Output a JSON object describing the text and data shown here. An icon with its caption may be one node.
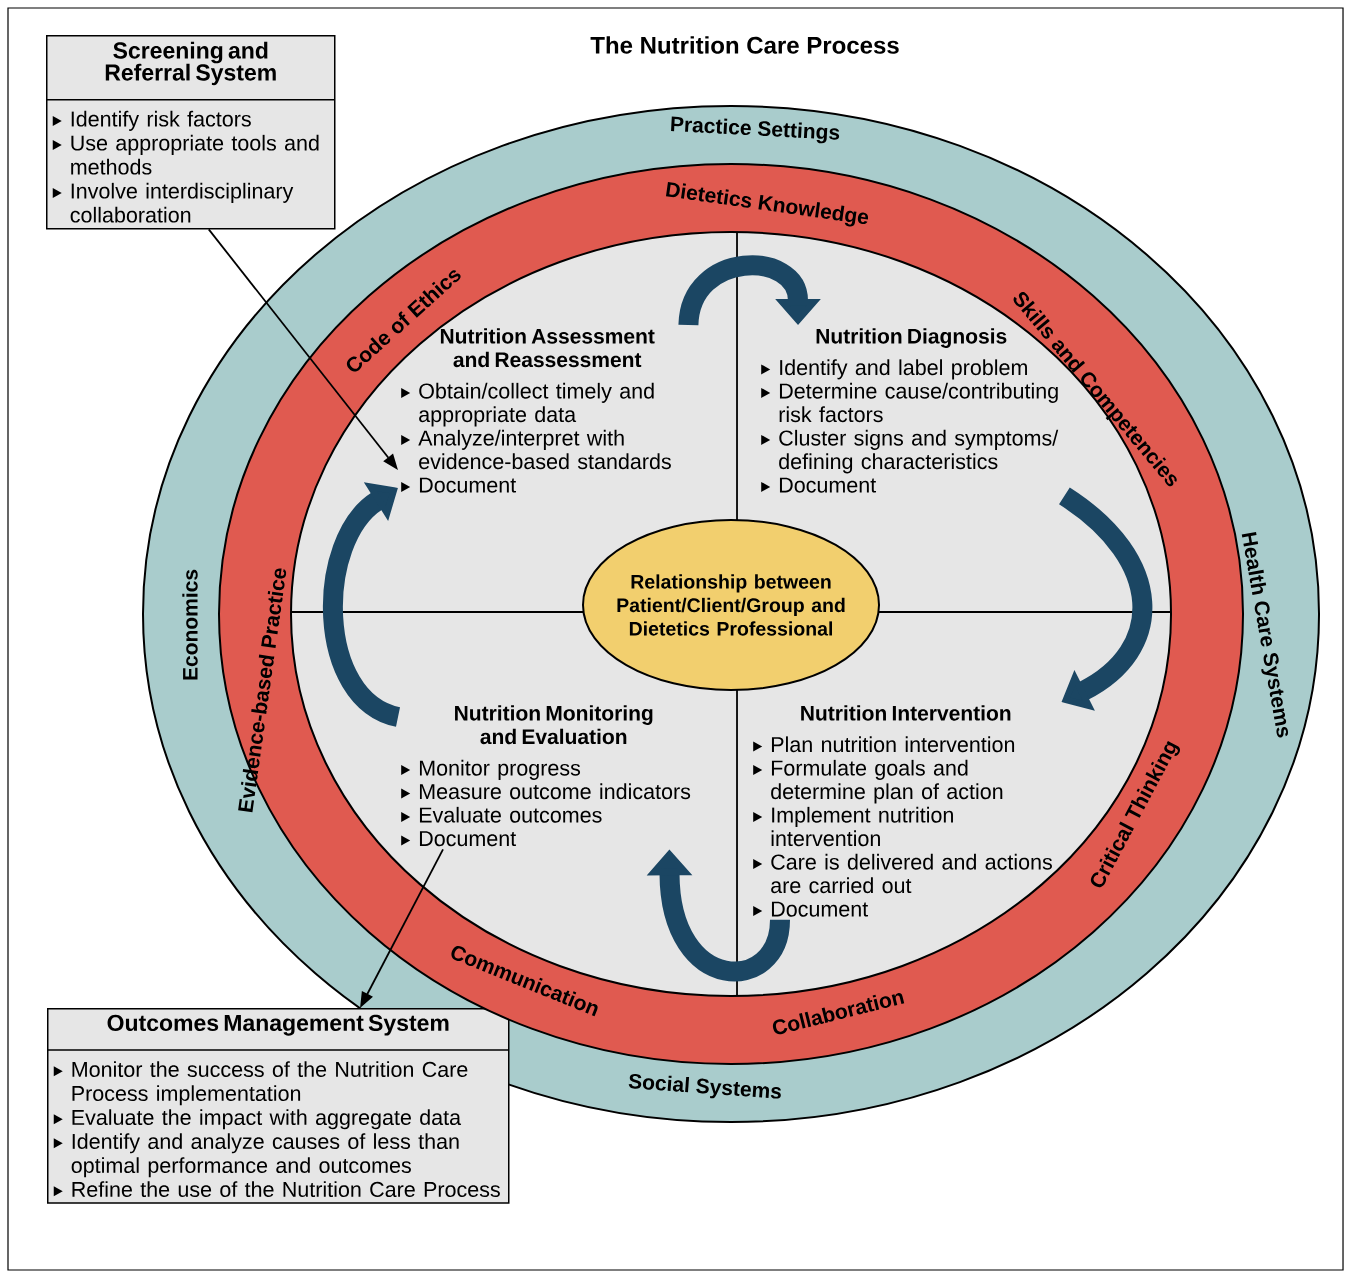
{
  "diagram": {
    "title": "The Nutrition Care Process",
    "nodes": [
      {
        "text": [
          "Screening and Referral System",
          "Identify risk factors",
          "Use appropriate tools and methods",
          "Involve interdisciplinary collaboration"
        ]
      },
      {
        "text": [
          "Practice Settings",
          "Health Care Systems",
          "Social Systems",
          "Economics"
        ]
      },
      {
        "text": [
          "Dietetics Knowledge",
          "Skills and Competencies",
          "Critical Thinking",
          "Collaboration",
          "Communication",
          "Evidence-based Practice",
          "Code of Ethics"
        ],
        "in": 1
      },
      {
        "text": [
          "Nutrition Assessment and Reassessment",
          "Obtain/collect timely and appropriate data",
          "Analyze/interpret with evidence-based standards",
          "Document"
        ],
        "in": 2
      },
      {
        "text": [
          "Nutrition Diagnosis",
          "Identify and label problem",
          "Determine cause/contributing risk factors",
          "Cluster signs and symptoms/ defining characteristics",
          "Document"
        ],
        "in": 2
      },
      {
        "text": [
          "Nutrition Intervention",
          "Plan nutrition intervention",
          "Formulate goals and determine plan of action",
          "Implement nutrition intervention",
          "Care is delivered and actions are carried out",
          "Document"
        ],
        "in": 2
      },
      {
        "text": [
          "Nutrition Monitoring and Evaluation",
          "Monitor progress",
          "Measure outcome indicators",
          "Evaluate outcomes",
          "Document"
        ],
        "in": 2
      },
      {
        "text": [
          "Relationship between Patient/Client/Group and Dietetics Professional"
        ],
        "in": 2
      },
      {
        "text": [
          "Outcomes Management System",
          "Monitor the success of the Nutrition Care Process implementation",
          "Evaluate the impact with aggregate data",
          "Identify and analyze causes of less than optimal performance and outcomes",
          "Refine the use of the Nutrition Care Process"
        ]
      }
    ],
    "edges": [
      {
        "from": 0,
        "to": 3,
        "arrow": "to",
        "color": "#000000"
      },
      {
        "from": 3,
        "to": 4,
        "arrow": "to",
        "color": "#1b4663"
      },
      {
        "from": 4,
        "to": 5,
        "arrow": "to",
        "color": "#1b4663"
      },
      {
        "from": 5,
        "to": 6,
        "arrow": "to",
        "color": "#1b4663"
      },
      {
        "from": 6,
        "to": 3,
        "arrow": "to",
        "color": "#1b4663"
      },
      {
        "from": 6,
        "to": 8,
        "arrow": "to",
        "color": "#000000"
      }
    ]
  }
}
